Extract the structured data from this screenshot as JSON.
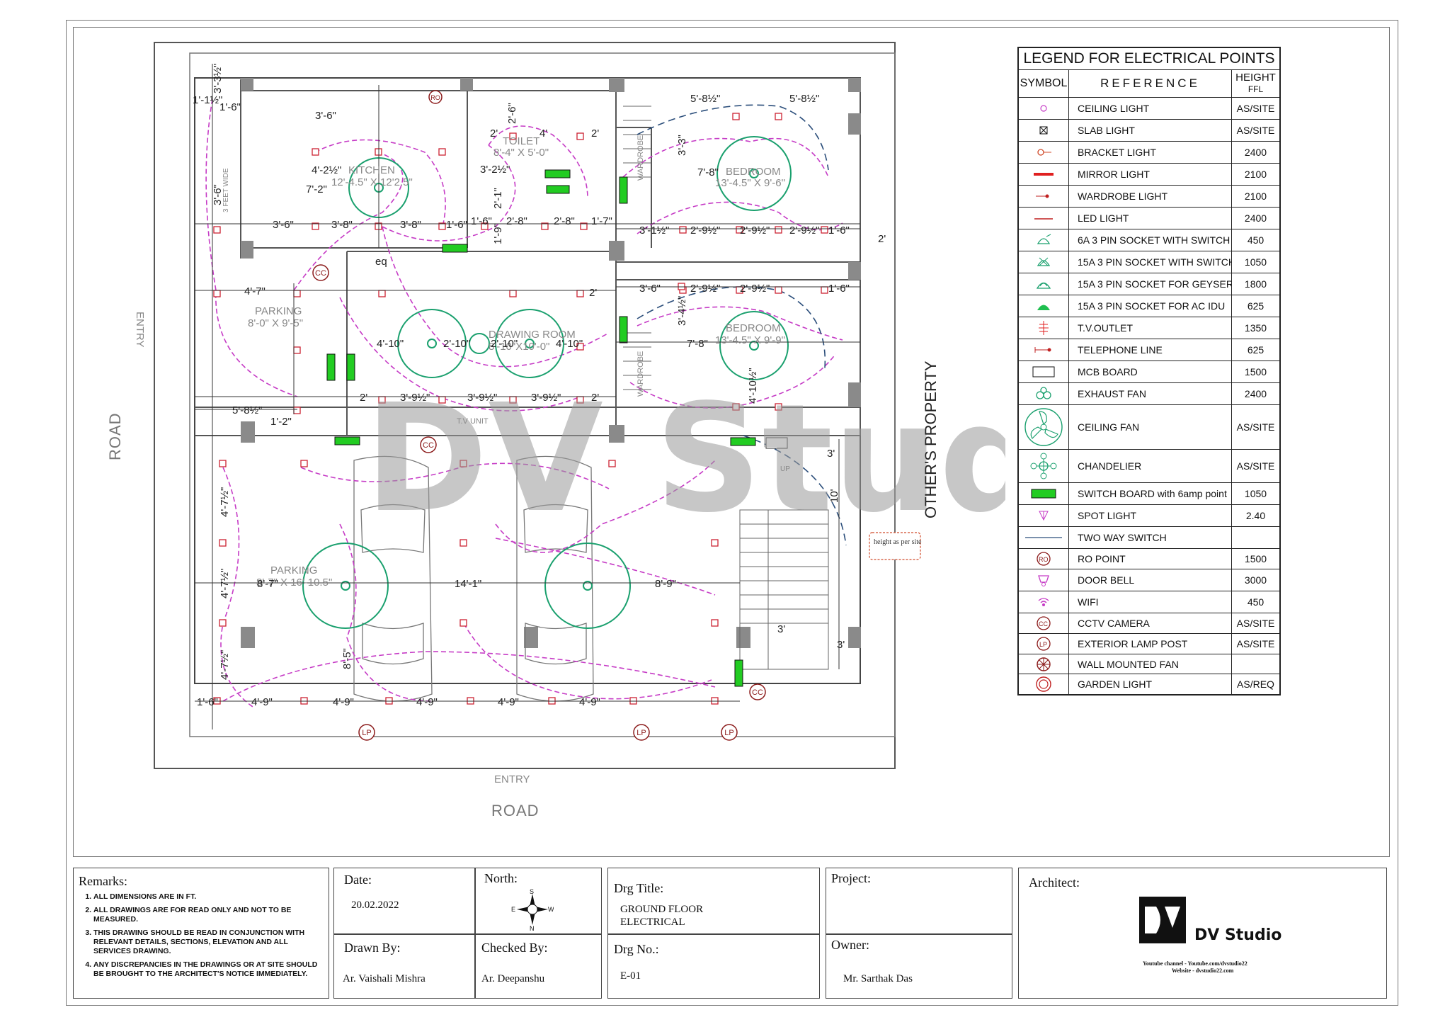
{
  "plan": {
    "watermark": "DV Studio",
    "road_left": "ROAD",
    "road_bottom": "ROAD",
    "entry_left": "ENTRY",
    "entry_bottom": "ENTRY",
    "others_property": "OTHER'S PROPERTY",
    "rooms": {
      "kitchen": "KITCHEN",
      "kitchen_size": "12'-4.5\" X 12'2.5\"",
      "toilet": "TOILET",
      "toilet_size": "8'-4\" X 5'-0\"",
      "bedroom1": "BEDROOM",
      "bedroom1_size": "13'-4.5\" X 9'-6\"",
      "bedroom2": "BEDROOM",
      "bedroom2_size": "13'-4.5\" X 9'-9\"",
      "drawing": "DRAWING ROOM",
      "drawing_size": "8'-10\"X10'-0\"",
      "parking_small": "PARKING",
      "parking_small_size": "8'-0\" X 9'-5\"",
      "parking_big": "PARKING",
      "parking_big_size": "8'-7\" X 16'-10.5\"",
      "wardrobe1": "WARDROBE",
      "wardrobe2": "WARDROBE",
      "tv_unit": "T.V UNIT",
      "feet_wide": "3 FEET WIDE",
      "up": "UP"
    },
    "dims": {
      "d1": "1'-1½\"",
      "d2": "1'-6\"",
      "d3": "3'-3½\"",
      "d4": "3'-6\"",
      "d5": "3'-6\"",
      "d6": "4'-2½\"",
      "d7": "7'-2\"",
      "d8": "3'-6\"",
      "d9": "3'-8\"",
      "d10": "3'-8\"",
      "d11": "1'-6\"",
      "d12": "1'-6\"",
      "d13": "2'-8\"",
      "d14": "2'-8\"",
      "d15": "1'-7\"",
      "d16": "2'",
      "d17": "4'",
      "d18": "2'",
      "d19": "3'-2½\"",
      "d20": "2'-6\"",
      "d21": "5'-8½\"",
      "d22": "5'-8½\"",
      "d23": "7'-8\"",
      "d24": "3'-1½\"",
      "d25": "2'-9½\"",
      "d26": "2'-9½\"",
      "d27": "2'-9½\"",
      "d28": "1'-6\"",
      "d29": "3'-6\"",
      "d30": "4'-7\"",
      "d31": "4'-10\"",
      "d32": "2'-10\"",
      "d33": "2'-10\"",
      "d34": "4'-10\"",
      "d35": "7'-8\"",
      "d36": "3'-9½\"",
      "d37": "3'-9½\"",
      "d38": "3'-9½\"",
      "d39": "2'",
      "d40": "2'",
      "d41": "5'-8½\"",
      "d42": "1'-2\"",
      "d43": "4'-7½\"",
      "d44": "4'-7½\"",
      "d45": "4'-7½\"",
      "d46": "14'-1\"",
      "d47": "8'-9\"",
      "d48": "8'-7\"",
      "d49": "1'-6\"",
      "d50": "4'-9\"",
      "d51": "4'-9\"",
      "d52": "4'-9\"",
      "d53": "4'-9\"",
      "d54": "4'-9\"",
      "d55": "3'",
      "d56": "3'",
      "d57": "8'-5\"",
      "d58": "10'",
      "d59": "2'",
      "d60": "2'",
      "d61": "3'",
      "d62": "eq",
      "d63": "4'-10½\"",
      "d64": "3'-3\"",
      "d65": "3'-4½\"",
      "d66": "2'-1\"",
      "d67": "1'-9\"",
      "d68": "2'-9½\"",
      "d69": "2'-9½\"",
      "d70": "1'-6\""
    },
    "note_height": "height as per site",
    "markers": {
      "cc": "CC",
      "lp": "LP",
      "ro": "RO"
    }
  },
  "legend": {
    "title": "LEGEND FOR ELECTRICAL POINTS",
    "head_symbol": "SYMBOL",
    "head_reference": "REFERENCE",
    "head_height": "HEIGHT",
    "head_ffl": "FFL",
    "rows": [
      {
        "icon": "ceiling-light-icon",
        "ref": "CEILING LIGHT",
        "height": "AS/SITE"
      },
      {
        "icon": "slab-light-icon",
        "ref": "SLAB LIGHT",
        "height": "AS/SITE"
      },
      {
        "icon": "bracket-light-icon",
        "ref": "BRACKET LIGHT",
        "height": "2400"
      },
      {
        "icon": "mirror-light-icon",
        "ref": "MIRROR LIGHT",
        "height": "2100"
      },
      {
        "icon": "wardrobe-light-icon",
        "ref": "WARDROBE LIGHT",
        "height": "2100"
      },
      {
        "icon": "led-light-icon",
        "ref": "LED LIGHT",
        "height": "2400"
      },
      {
        "icon": "socket-6a-icon",
        "ref": "6A 3 PIN SOCKET WITH SWITCH",
        "height": "450"
      },
      {
        "icon": "socket-15a-icon",
        "ref": "15A 3 PIN SOCKET WITH SWITCH",
        "height": "1050"
      },
      {
        "icon": "socket-geyser-icon",
        "ref": "15A 3 PIN SOCKET FOR GEYSER",
        "height": "1800"
      },
      {
        "icon": "socket-ac-icon",
        "ref": "15A 3 PIN SOCKET FOR AC IDU",
        "height": "625"
      },
      {
        "icon": "tv-outlet-icon",
        "ref": "T.V.OUTLET",
        "height": "1350"
      },
      {
        "icon": "telephone-line-icon",
        "ref": "TELEPHONE LINE",
        "height": "625"
      },
      {
        "icon": "mcb-board-icon",
        "ref": "MCB BOARD",
        "height": "1500"
      },
      {
        "icon": "exhaust-fan-icon",
        "ref": "EXHAUST FAN",
        "height": "2400"
      },
      {
        "icon": "ceiling-fan-icon",
        "ref": "CEILING FAN",
        "height": "AS/SITE"
      },
      {
        "icon": "chandelier-icon",
        "ref": "CHANDELIER",
        "height": "AS/SITE"
      },
      {
        "icon": "switch-board-icon",
        "ref": "SWITCH BOARD with 6amp point",
        "height": "1050"
      },
      {
        "icon": "spot-light-icon",
        "ref": "SPOT LIGHT",
        "height": "2.40"
      },
      {
        "icon": "two-way-switch-icon",
        "ref": "TWO WAY SWITCH",
        "height": ""
      },
      {
        "icon": "ro-point-icon",
        "ref": "RO POINT",
        "height": "1500"
      },
      {
        "icon": "door-bell-icon",
        "ref": "DOOR BELL",
        "height": "3000"
      },
      {
        "icon": "wifi-icon",
        "ref": "WIFI",
        "height": "450"
      },
      {
        "icon": "cctv-camera-icon",
        "ref": "CCTV CAMERA",
        "height": "AS/SITE"
      },
      {
        "icon": "exterior-lamp-post-icon",
        "ref": "EXTERIOR LAMP POST",
        "height": "AS/SITE"
      },
      {
        "icon": "wall-mounted-fan-icon",
        "ref": "WALL MOUNTED FAN",
        "height": ""
      },
      {
        "icon": "garden-light-icon",
        "ref": "GARDEN LIGHT",
        "height": "AS/REQ"
      }
    ]
  },
  "titleblock": {
    "remarks_label": "Remarks:",
    "remarks": [
      "ALL DIMENSIONS ARE IN FT.",
      "ALL DRAWINGS ARE FOR READ ONLY AND NOT TO BE MEASURED.",
      "THIS DRAWING SHOULD BE READ IN CONJUNCTION WITH RELEVANT DETAILS, SECTIONS, ELEVATION AND ALL SERVICES DRAWING.",
      "ANY DISCREPANCIES IN THE DRAWINGS OR AT SITE SHOULD BE BROUGHT TO THE ARCHITECT'S NOTICE IMMEDIATELY."
    ],
    "date_label": "Date:",
    "date_value": "20.02.2022",
    "north_label": "North:",
    "compass": {
      "n": "N",
      "s": "S",
      "e": "E",
      "w": "W"
    },
    "drawn_label": "Drawn By:",
    "drawn_value": "Ar. Vaishali Mishra",
    "checked_label": "Checked By:",
    "checked_value": "Ar. Deepanshu",
    "drg_title_label": "Drg Title:",
    "drg_title_value1": "GROUND FLOOR",
    "drg_title_value2": "ELECTRICAL",
    "drg_no_label": "Drg No.:",
    "drg_no_value": "E-01",
    "project_label": "Project:",
    "owner_label": "Owner:",
    "owner_value": "Mr. Sarthak Das",
    "architect_label": "Architect:",
    "brand": "DV Studio",
    "youtube": "Youtube channel - Youtube.com/dvstudio22",
    "website": "Website - dvstudio22.com"
  },
  "colors": {
    "wire": "#c63cc6",
    "fan": "#1aa06e",
    "switch": "#22cc22",
    "slab": "#cc2233",
    "dash_blue": "#2a4d7a"
  }
}
